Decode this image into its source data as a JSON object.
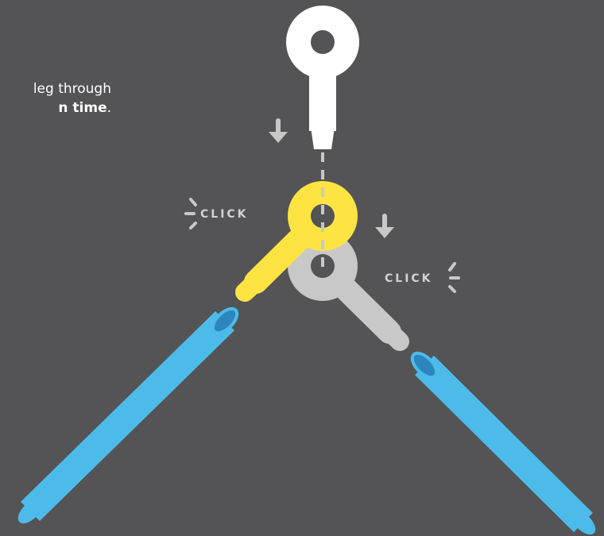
{
  "instruction": {
    "line1": "leg through",
    "line2_emphasis": "n time",
    "line2_suffix": "."
  },
  "labels": {
    "click_left": "CLICK",
    "click_right": "CLICK"
  },
  "colors": {
    "background": "#545456",
    "white_key": "#ffffff",
    "yellow_key": "#fde443",
    "grey_key": "#c8c8c8",
    "tube": "#4dbbe9",
    "tube_inner": "#2b86be",
    "arrow": "#c8c8c8"
  }
}
